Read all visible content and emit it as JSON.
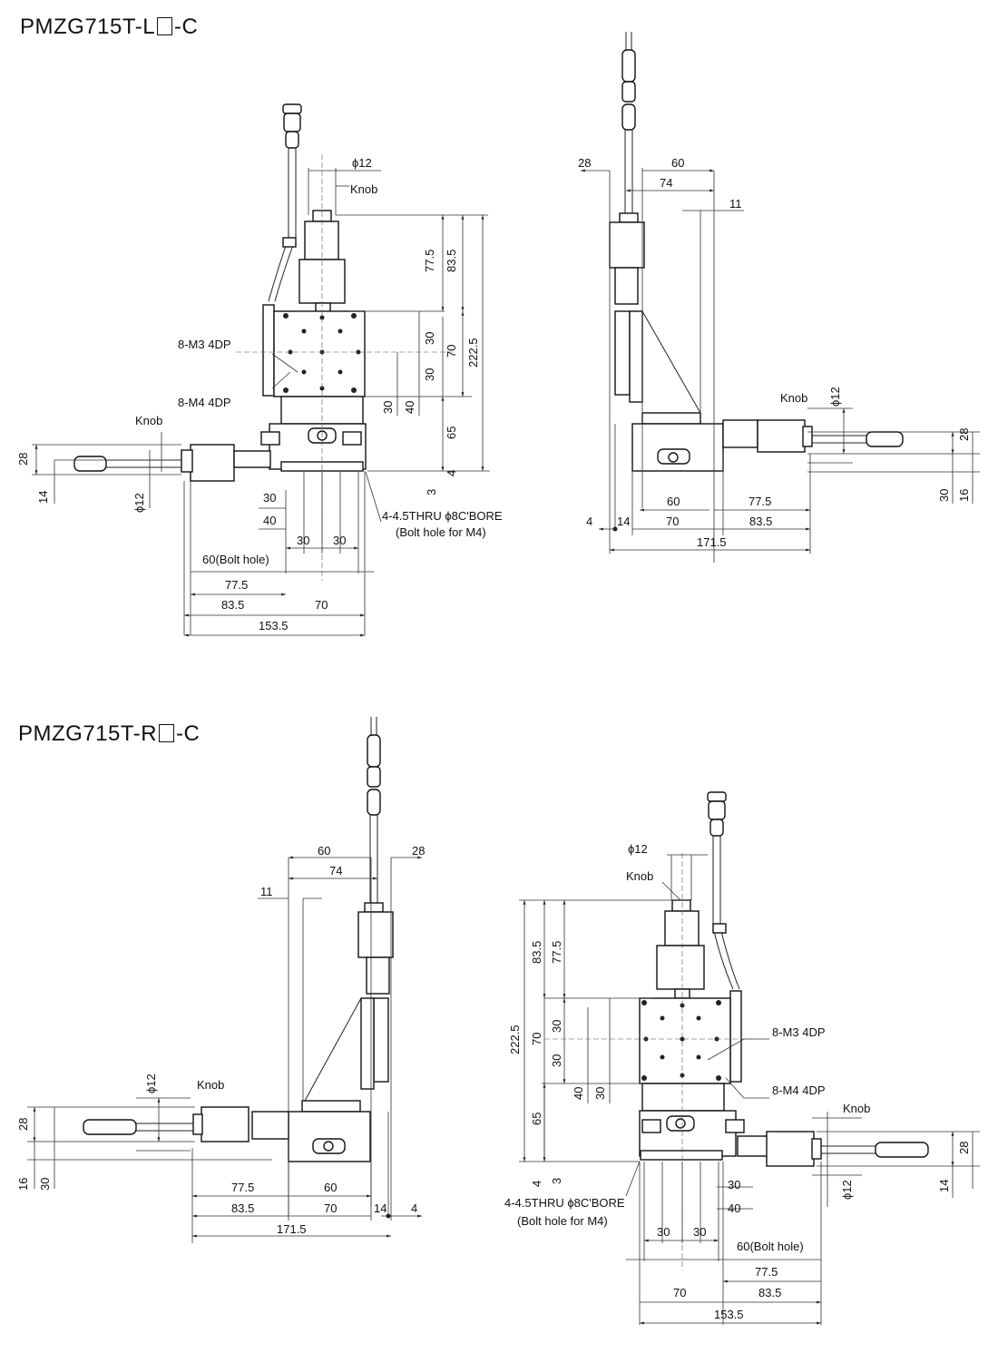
{
  "drawings": [
    {
      "model_prefix": "PMZG715T-L",
      "model_suffix": "-C",
      "labels": {
        "knob": "Knob",
        "m3": "8-M3 4DP",
        "m4": "8-M4 4DP",
        "thru": "4-4.5THRU ϕ8C'BORE",
        "bolt": "(Bolt hole for M4)",
        "bolt60": "60(Bolt hole)",
        "phi12": "ϕ12"
      },
      "dims": [
        "28",
        "14",
        "30",
        "40",
        "30",
        "30",
        "77.5",
        "83.5",
        "70",
        "153.5",
        "77.5",
        "83.5",
        "222.5",
        "30",
        "70",
        "30",
        "40",
        "30",
        "65",
        "3",
        "4"
      ]
    },
    {
      "view": "side-L",
      "labels": {
        "knob": "Knob",
        "phi12": "ϕ12"
      },
      "dims": [
        "28",
        "60",
        "74",
        "11",
        "60",
        "77.5",
        "4",
        "14",
        "70",
        "83.5",
        "171.5",
        "28",
        "30",
        "16"
      ]
    },
    {
      "model_prefix": "PMZG715T-R",
      "model_suffix": "-C",
      "view": "side-R",
      "labels": {
        "knob": "Knob",
        "phi12": "ϕ12"
      },
      "dims": [
        "60",
        "28",
        "74",
        "11",
        "28",
        "16",
        "30",
        "77.5",
        "60",
        "83.5",
        "70",
        "14",
        "4",
        "171.5"
      ]
    },
    {
      "view": "top-R",
      "labels": {
        "knob": "Knob",
        "m3": "8-M3 4DP",
        "m4": "8-M4 4DP",
        "thru": "4-4.5THRU ϕ8C'BORE",
        "bolt": "(Bolt hole for M4)",
        "bolt60": "60(Bolt hole)",
        "phi12": "ϕ12"
      },
      "dims": [
        "83.5",
        "77.5",
        "222.5",
        "30",
        "70",
        "30",
        "40",
        "30",
        "65",
        "4",
        "3",
        "28",
        "14",
        "30",
        "40",
        "30",
        "30",
        "77.5",
        "70",
        "83.5",
        "153.5"
      ]
    }
  ]
}
